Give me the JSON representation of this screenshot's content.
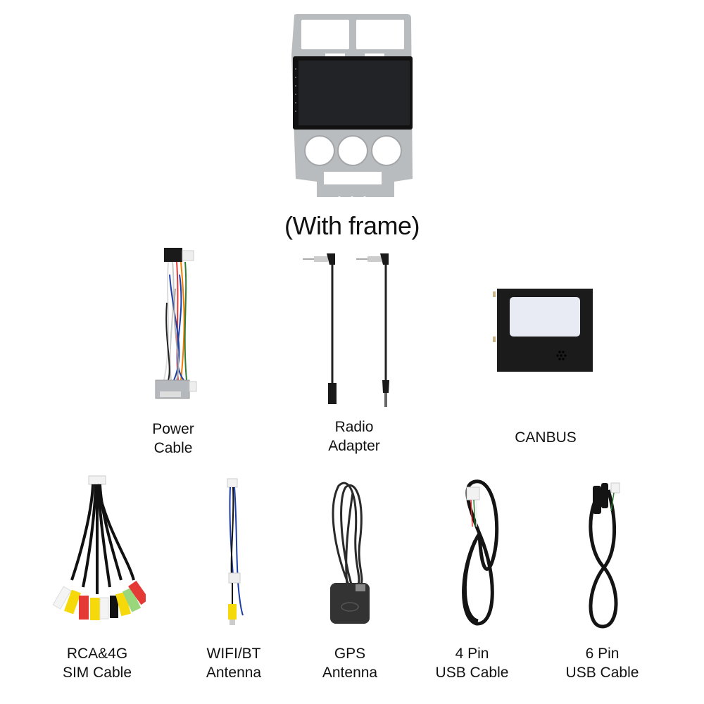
{
  "main_product": {
    "name": "car-stereo-with-frame",
    "caption": "(With frame)",
    "colors": {
      "frame": "#b9bcbf",
      "screen": "#1c1c1e"
    }
  },
  "accessories_row1": [
    {
      "id": "power-cable",
      "lines": [
        "Power",
        "Cable"
      ]
    },
    {
      "id": "radio-adapter",
      "lines": [
        "Radio",
        "Adapter"
      ]
    },
    {
      "id": "canbus",
      "lines": [
        "CANBUS"
      ]
    }
  ],
  "accessories_row2": [
    {
      "id": "rca-4g-sim-cable",
      "lines": [
        "RCA&4G",
        "SIM Cable"
      ]
    },
    {
      "id": "wifi-bt-antenna",
      "lines": [
        "WIFI/BT",
        "Antenna"
      ]
    },
    {
      "id": "gps-antenna",
      "lines": [
        "GPS",
        "Antenna"
      ]
    },
    {
      "id": "usb-cable-4pin",
      "lines": [
        "4 Pin",
        "USB Cable"
      ]
    },
    {
      "id": "usb-cable-6pin",
      "lines": [
        "6 Pin",
        "USB Cable"
      ]
    }
  ]
}
